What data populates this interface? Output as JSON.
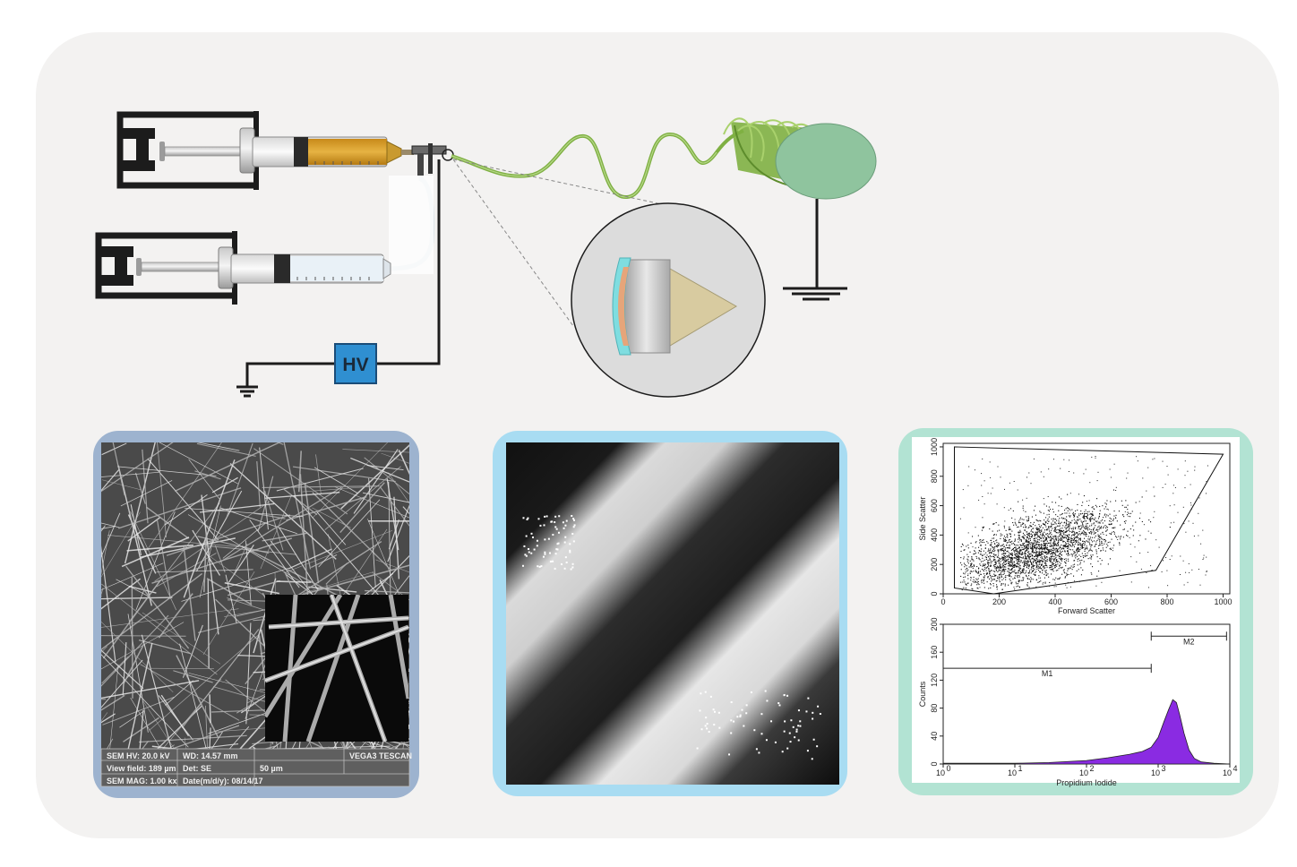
{
  "source": {
    "label": "HV"
  },
  "sem_panel": {
    "bar": {
      "hv": "SEM HV: 20.0 kV",
      "wd": "WD: 14.57 mm",
      "vendor": "VEGA3 TESCAN",
      "view_field": "View field: 189 µm",
      "det": "Det: SE",
      "scale": "50 µm",
      "mag": "SEM MAG: 1.00 kx",
      "date": "Date(m/d/y): 08/14/17"
    }
  },
  "colors": {
    "sem_border": "#9db3cf",
    "tem_border": "#a8dcf2",
    "flow_border": "#b2e3d3",
    "fiber": "#7fb043",
    "collector": "#8fc49e",
    "core_solution": "#d9a22f",
    "shell_solution": "#e9f1f7",
    "gate_fill": "#8a2be2"
  },
  "chart_data": [
    {
      "type": "scatter",
      "title": "",
      "xlabel": "Forward Scatter",
      "ylabel": "Side Scatter",
      "xlim": [
        0,
        1024
      ],
      "ylim": [
        0,
        1024
      ],
      "xticks": [
        "0",
        "200",
        "400",
        "600",
        "800",
        "1000"
      ],
      "yticks": [
        "0",
        "200",
        "400",
        "600",
        "800",
        "1000"
      ],
      "gate": {
        "name": "R2",
        "polygon": [
          [
            40,
            1000
          ],
          [
            1000,
            950
          ],
          [
            760,
            160
          ],
          [
            180,
            0
          ],
          [
            40,
            40
          ]
        ]
      },
      "cluster": {
        "center": [
          330,
          300
        ],
        "spread": [
          140,
          110
        ]
      }
    },
    {
      "type": "area",
      "title": "",
      "xlabel": "Propidium Iodide",
      "ylabel": "Counts",
      "log_x": true,
      "xlim": [
        1,
        10000
      ],
      "ylim": [
        0,
        200
      ],
      "xticks": [
        "10^0",
        "10^1",
        "10^2",
        "10^3",
        "10^4"
      ],
      "yticks": [
        "0",
        "40",
        "80",
        "120",
        "160",
        "200"
      ],
      "series": [
        {
          "x": [
            1,
            3,
            10,
            30,
            100,
            200,
            400,
            600,
            800,
            1000,
            1200,
            1400,
            1600,
            1800,
            2000,
            2300,
            2700,
            3200,
            4000,
            6000,
            10000
          ],
          "y": [
            1,
            1,
            1,
            2,
            5,
            9,
            14,
            18,
            24,
            38,
            60,
            78,
            92,
            88,
            70,
            44,
            20,
            8,
            3,
            1,
            0
          ]
        }
      ],
      "markers": [
        {
          "name": "M1",
          "from": 1,
          "to": 800,
          "level": 137
        },
        {
          "name": "M2",
          "from": 800,
          "to": 9000,
          "level": 183
        }
      ]
    }
  ]
}
